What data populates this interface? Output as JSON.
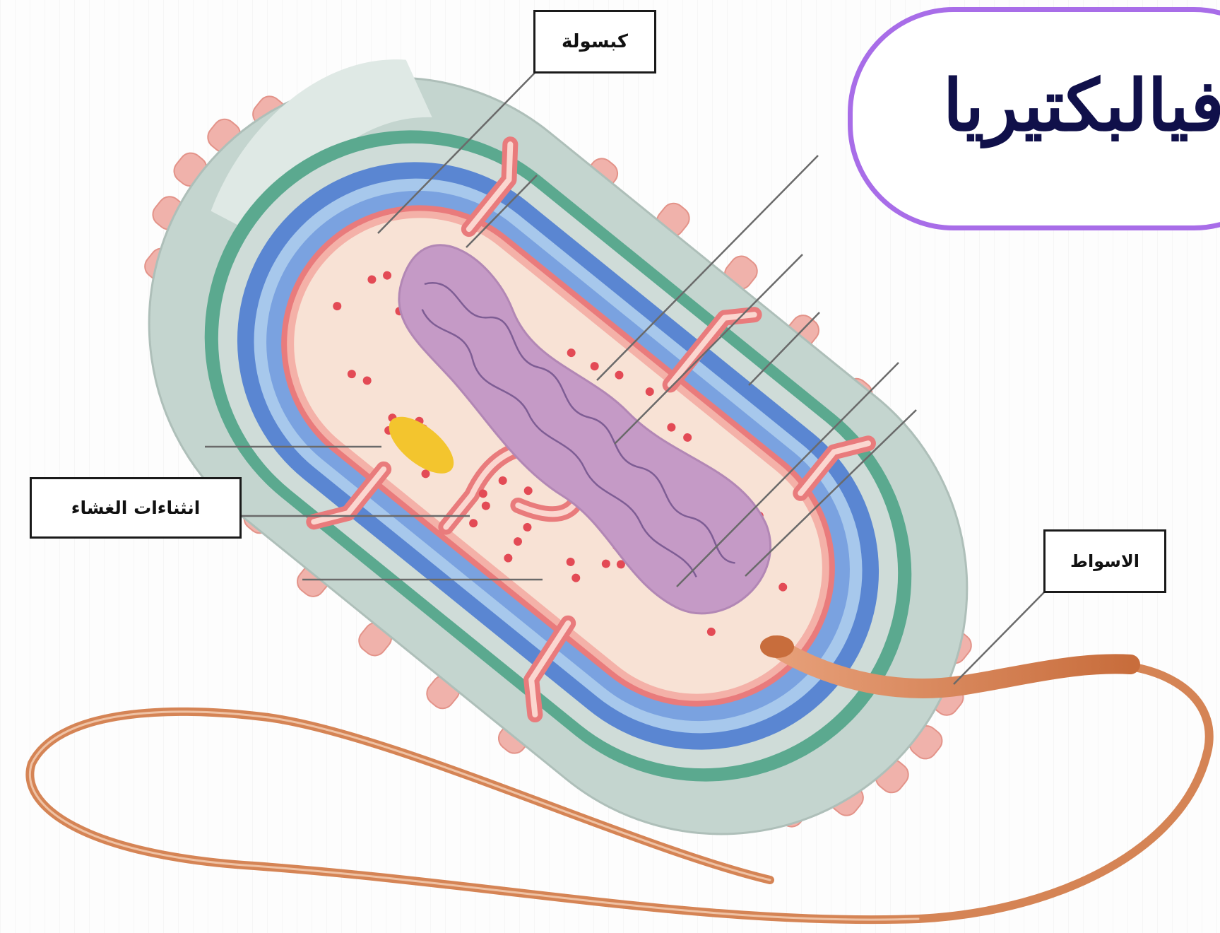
{
  "title": "فيالبكتيريا",
  "labels": {
    "capsule": "كبسولة",
    "membrane_folds": "انثناءات الغشاء",
    "flagellum": "الاسواط"
  },
  "colors": {
    "outer_layer": "#c4d5cf",
    "capsule_highlight": "#5ba98f",
    "cell_wall_blue": "#5a86d2",
    "cell_wall_light": "#a7c8ec",
    "membrane_red": "#e97b7c",
    "cytoplasm": "#f8e2d5",
    "nucleoid": "#c59ac6",
    "ribosome_dots": "#e34a55",
    "storage_granule": "#f3c52e",
    "flagellum": "#d58455",
    "pili": "#f0b2ab",
    "title_border": "#a86de8",
    "title_text": "#10104a"
  }
}
